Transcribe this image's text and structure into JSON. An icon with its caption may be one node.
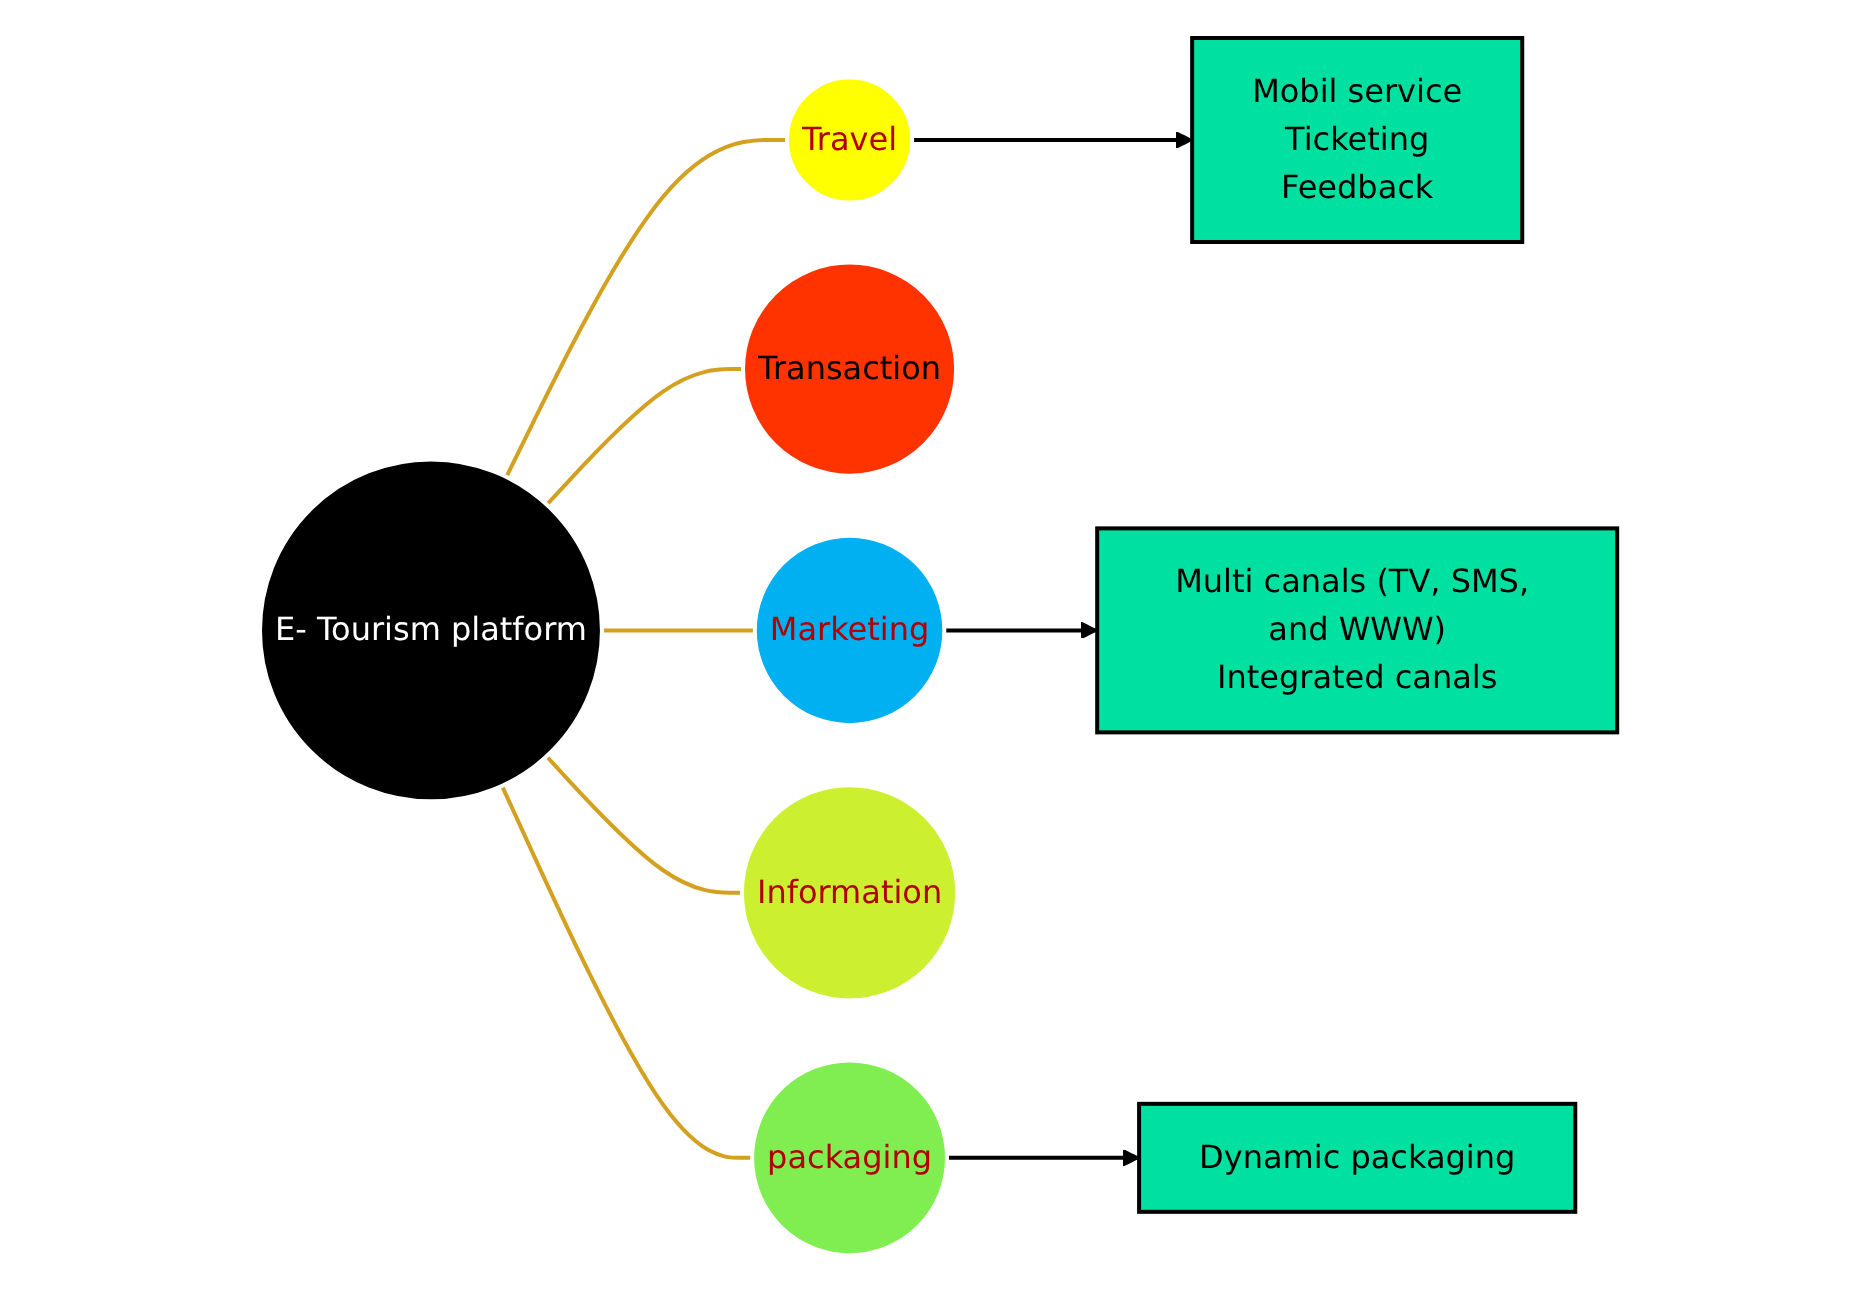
{
  "diagram": {
    "nodes": [
      {
        "text": [
          "E- Tourism platform"
        ]
      },
      {
        "text": [
          "Travel"
        ]
      },
      {
        "text": [
          "Transaction"
        ]
      },
      {
        "text": [
          "Marketing"
        ]
      },
      {
        "text": [
          "Information"
        ]
      },
      {
        "text": [
          "packaging"
        ]
      },
      {
        "text": [
          "Mobil service",
          "Ticketing",
          "Feedback"
        ]
      },
      {
        "text": [
          "Multi canals (TV, SMS, and WWW)",
          "Integrated canals"
        ]
      },
      {
        "text": [
          "Dynamic packaging"
        ]
      }
    ],
    "edges": [
      {
        "from": 0,
        "to": 1,
        "arrow": "none"
      },
      {
        "from": 0,
        "to": 2,
        "arrow": "none"
      },
      {
        "from": 0,
        "to": 3,
        "arrow": "none"
      },
      {
        "from": 0,
        "to": 4,
        "arrow": "none"
      },
      {
        "from": 0,
        "to": 5,
        "arrow": "none"
      },
      {
        "from": 1,
        "to": 6,
        "arrow": "to",
        "color": "#000000"
      },
      {
        "from": 3,
        "to": 7,
        "arrow": "to",
        "color": "#000000"
      },
      {
        "from": 5,
        "to": 8,
        "arrow": "to",
        "color": "#000000"
      }
    ]
  }
}
